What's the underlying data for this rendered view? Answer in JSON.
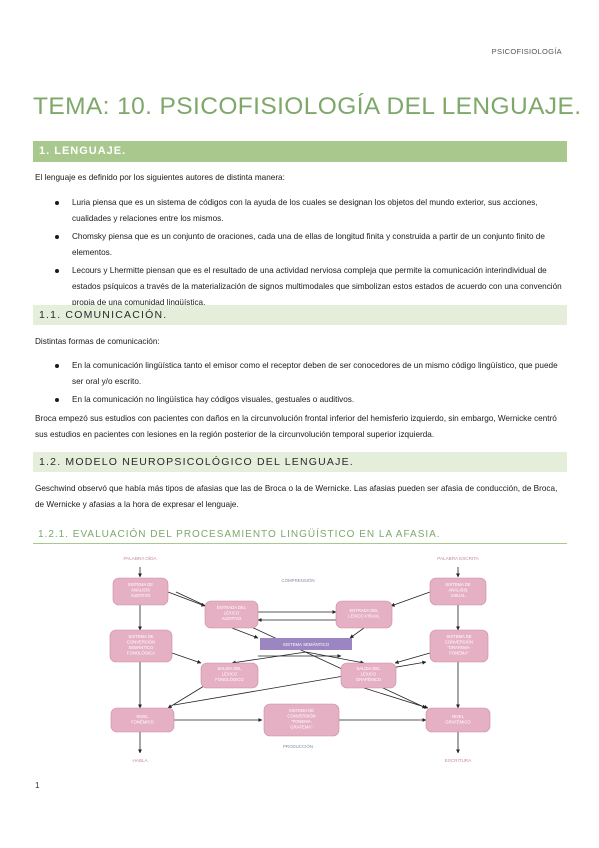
{
  "header": {
    "section_tag": "PSICOFISIOLOGÍA"
  },
  "title": "TEMA: 10. PSICOFISIOLOGÍA DEL LENGUAJE.",
  "section1": {
    "heading": "1. LENGUAJE.",
    "intro": "El lenguaje es definido por los siguientes autores de distinta manera:",
    "bullets": [
      "Luria piensa que es un sistema de códigos con la ayuda de los cuales se designan los objetos del mundo exterior, sus acciones, cualidades y relaciones entre los mismos.",
      "Chomsky piensa que es un conjunto de oraciones, cada una de ellas de longitud finita y construida a partir de un conjunto finito de elementos.",
      "Lecours y Lhermitte piensan que es el resultado de una actividad nerviosa compleja que permite la comunicación interindividual de estados psíquicos a través de la materialización de signos multimodales que simbolizan estos estados de acuerdo con una convención propia de una comunidad lingüística."
    ]
  },
  "section1_1": {
    "heading": "1.1. COMUNICACIÓN.",
    "intro": "Distintas formas de comunicación:",
    "bullets": [
      "En la comunicación lingüística tanto el emisor como el receptor deben de ser conocedores de un mismo código lingüístico, que puede ser oral y/o escrito.",
      "En la comunicación no lingüística hay códigos visuales, gestuales o auditivos."
    ],
    "paragraph": "Broca empezó sus estudios con pacientes con daños en la circunvolución frontal inferior del hemisferio izquierdo, sin embargo, Wernicke centró sus estudios en pacientes con lesiones en la región posterior de la circunvolución temporal superior izquierda."
  },
  "section1_2": {
    "heading": "1.2. MODELO NEUROPSICOLÓGICO DEL LENGUAJE.",
    "paragraph": "Geschwind observó que había más tipos de afasias que las de Broca o la de Wernicke. Las afasias pueden ser afasia de conducción, de Broca, de Wernicke y afasias a la hora de expresar el lenguaje."
  },
  "section1_2_1": {
    "heading": "1.2.1. EVALUACIÓN DEL PROCESAMIENTO LINGÜÍSTICO EN LA AFASIA."
  },
  "diagram": {
    "labels": {
      "palabra_oida": "PALABRA OÍDA",
      "palabra_escrita": "PALABRA ESCRITA",
      "comprension": "COMPRENSIÓN",
      "produccion": "PRODUCCIÓN",
      "habla": "HABLA",
      "escritura": "ESCRITURA"
    },
    "nodes": {
      "analisis_auditivo": [
        "SISTEMA DE",
        "ANÁLISIS",
        "AUDITIVO"
      ],
      "entrada_auditivo": [
        "ENTRADA DEL",
        "LÉXICO",
        "AUDITIVO"
      ],
      "conversion_semantico": [
        "SISTEMA DE",
        "CONVERSIÓN",
        "SEMÁNTICO",
        "FONOLÓGICA"
      ],
      "sistema_semantico": [
        "SISTEMA SEMÁNTICO"
      ],
      "entrada_visual": [
        "ENTRADA DEL",
        "LÉXICO VISUAL"
      ],
      "analisis_visual": [
        "SISTEMA DE",
        "ANÁLISIS",
        "VISUAL"
      ],
      "conversion_grafema": [
        "SISTEMA DE",
        "CONVERSIÓN",
        "\"GRAFEMA-",
        "FONEMA\""
      ],
      "salida_fonologico": [
        "SALIDA DEL",
        "LÉXICO",
        "FONOLÓGICO"
      ],
      "salida_grafemico": [
        "SALIDA DEL",
        "LÉXICO",
        "GRAFÉMICO"
      ],
      "nivel_fonemico": [
        "NIVEL",
        "FONÉMICO"
      ],
      "conversion_fonema": [
        "SISTEMA DE",
        "CONVERSIÓN",
        "\"FONEMA-",
        "GRAFEMA\""
      ],
      "nivel_grafemico": [
        "NIVEL",
        "GRAFÉMICO"
      ]
    },
    "colors": {
      "node_fill": "#e6b0c4",
      "node_stroke": "#c98aa3",
      "node_text": "#ffffff",
      "semantic_fill": "#9b86c2",
      "label_text": "#c98aa3",
      "faint_label": "#8a8aa8",
      "arrow": "#222222"
    }
  },
  "page_number": "1"
}
